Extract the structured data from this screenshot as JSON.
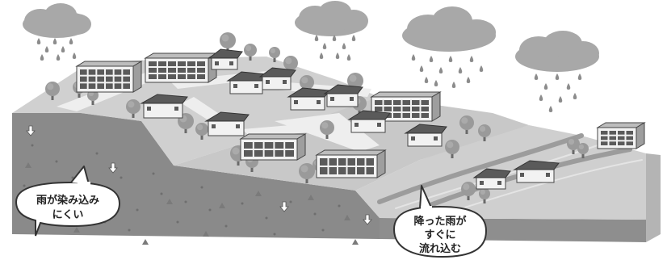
{
  "callouts": {
    "left": {
      "lines": [
        "雨が染み込み",
        "にくい"
      ]
    },
    "right": {
      "lines": [
        "降った雨が",
        "すぐに",
        "流れ込む"
      ]
    }
  },
  "clouds": [
    {
      "name": "cloud-left"
    },
    {
      "name": "cloud-center"
    },
    {
      "name": "cloud-right-1"
    },
    {
      "name": "cloud-right-2"
    }
  ],
  "colors": {
    "cloud": "#a8a8a8",
    "rain": "#8c8c8c",
    "surface": "#d0d0d0",
    "road": "#eeeeee",
    "soil_front": "#8e8e8e",
    "soil_side": "#b4b4b4",
    "building": "#f2f2f2",
    "roof": "#5a5a5a",
    "tree": "#9a9a9a",
    "river": "#9c9c9c"
  },
  "icons": {
    "down_arrow": "down-arrow-icon",
    "triangle": "triangle-dot"
  }
}
